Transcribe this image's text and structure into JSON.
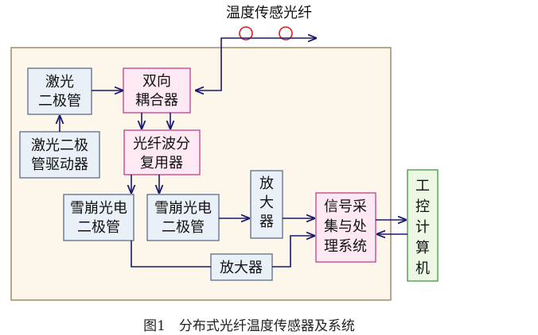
{
  "title": "温度传感光纤",
  "caption": "图1　分布式光纤温度传感器及系统",
  "colors": {
    "panel_fill": "#fdf6ea",
    "panel_stroke": "#a08c6a",
    "blue_fill": "#e9f0f7",
    "blue_stroke": "#5b6f88",
    "pink_fill": "#fde8f3",
    "pink_stroke": "#c0408a",
    "green_fill": "#ecf7e4",
    "green_stroke": "#3f9a3f",
    "line": "#1a1a6e",
    "fiber_coil": "#d81e1e"
  },
  "blocks": {
    "laser_diode": [
      "激光",
      "二极管"
    ],
    "laser_driver": [
      "激光二极",
      "管驱动器"
    ],
    "coupler": [
      "双向",
      "耦合器"
    ],
    "wdm": [
      "光纤波分",
      "复用器"
    ],
    "apd1": [
      "雪崩光电",
      "二极管"
    ],
    "apd2": [
      "雪崩光电",
      "二极管"
    ],
    "amplifier_vertical": [
      "放",
      "大",
      "器"
    ],
    "amplifier_horizontal": [
      "放大器"
    ],
    "signal_processor": [
      "信号采",
      "集与处",
      "理系统"
    ],
    "computer": [
      "工",
      "控",
      "计",
      "算",
      "机"
    ]
  }
}
